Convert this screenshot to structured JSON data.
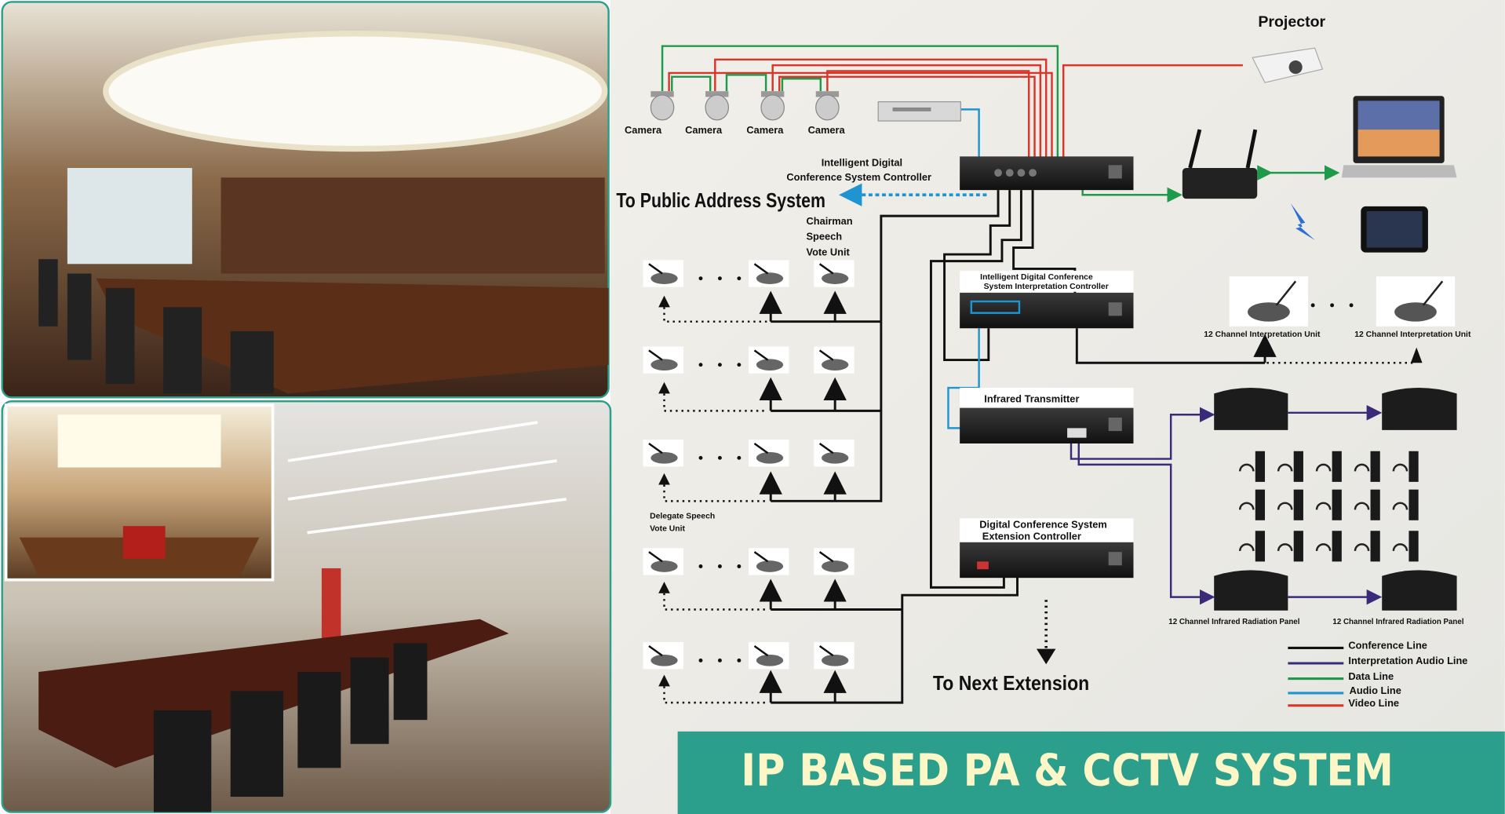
{
  "title": "IP BASED PA & CCTV SYSTEM",
  "devices": {
    "projector": "Projector",
    "cameras": [
      "Camera",
      "Camera",
      "Camera",
      "Camera"
    ],
    "controller": [
      "Intelligent Digital",
      "Conference System Controller"
    ],
    "interpretation_controller": [
      "Intelligent Digital Conference",
      "System Interpretation Controller"
    ],
    "infrared_transmitter": "Infrared Transmitter",
    "extension_controller": [
      "Digital Conference System",
      "Extension Controller"
    ],
    "interpretation_units": [
      "12 Channel Interpretation Unit",
      "12 Channel Interpretation Unit"
    ],
    "radiation_panels": [
      "12 Channel Infrared Radiation Panel",
      "12 Channel Infrared Radiation Panel"
    ],
    "chairman_unit": [
      "Chairman",
      "Speech",
      "Vote Unit"
    ],
    "delegate_unit": [
      "Delegate Speech",
      "Vote Unit"
    ]
  },
  "destinations": {
    "public_address": "To Public Address System",
    "next_extension": "To Next Extension"
  },
  "legend": [
    {
      "label": "Conference Line",
      "color": "#111111"
    },
    {
      "label": "Interpretation Audio Line",
      "color": "#3b2a7a"
    },
    {
      "label": "Data Line",
      "color": "#1f9a4a"
    },
    {
      "label": "Audio Line",
      "color": "#1e95d0"
    },
    {
      "label": "Video Line",
      "color": "#d8362b"
    }
  ],
  "colors": {
    "banner": "#2b9f8c",
    "banner_text": "#fdf7c8",
    "background": "#eceae4"
  }
}
